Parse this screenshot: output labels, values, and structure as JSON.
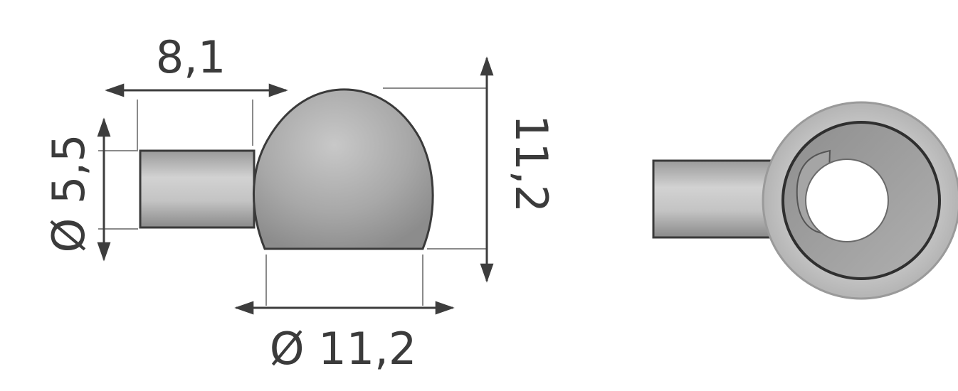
{
  "dimensions": {
    "shank_length": "8,1",
    "shank_diameter": "Ø 5,5",
    "ball_height": "11,2",
    "ball_diameter": "Ø 11,2"
  },
  "colors": {
    "background": "#ffffff",
    "part_fill_light": "#c9c9c9",
    "part_fill_dark": "#8d8d8d",
    "line": "#3d3d3d"
  }
}
